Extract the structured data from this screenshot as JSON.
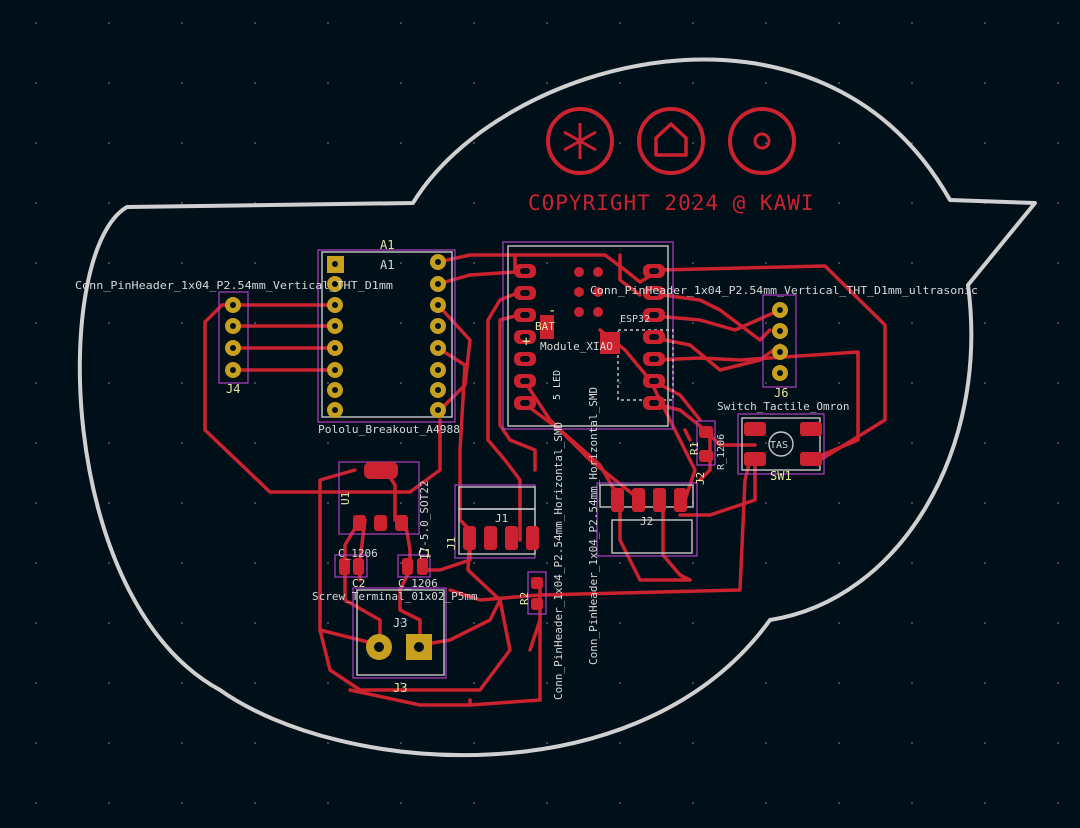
{
  "colors": {
    "background": "#011018",
    "edge_cuts": "#d0d0d0",
    "copper": "#cc2230",
    "silkscreen": "#e8e8a0",
    "fab": "#d8d8d8",
    "courtyard": "#b040c0",
    "pad_gold": "#c8a020"
  },
  "logo": {
    "icons": [
      "asterisk-icon",
      "home-icon",
      "circle-dot-icon"
    ],
    "copyright": "COPYRIGHT 2024 @ KAWI"
  },
  "components": {
    "a1_ref": "A1",
    "a1_ref_inner": "A1",
    "a1_value": "Pololu_Breakout_A4988",
    "j4_value": "Conn_PinHeader_1x04_P2.54mm_Vertical_THT_D1mm",
    "j4_ref": "J4",
    "j6_value": "Conn_PinHeader_1x04_P2.54mm_Vertical_THT_D1mm_ultrasonic",
    "j6_ref": "J6",
    "u2_value": "Module_XIAO",
    "u2_bat": "BAT",
    "u2_plus": "+",
    "u2_minus": "-",
    "u2_led": "5 LED",
    "u2_chip": "ESP32",
    "u1_ref": "U1",
    "u1_value": "17-5.0_SOT22",
    "c2_value": "C_1206",
    "c2_ref": "C2",
    "c1_value": "C_1206",
    "c1_ref": "C1",
    "j3_value": "Screw_Terminal_01x02_P5mm",
    "j3_ref": "J3",
    "j3_ref_bottom": "J3",
    "j1_ref": "J1",
    "j1_ref_side": "J1",
    "j1_value": "Conn_PinHeader_1x04_P2.54mm_Horizontal_SMD",
    "j2_ref": "J2",
    "j2_ref_side": "J2",
    "j2_value": "Conn_PinHeader_1x04_P2.54mm_Horizontal_SMD",
    "r1_ref": "R1",
    "r1_value": "R_1206",
    "r2_ref": "R2",
    "sw1_value": "Switch_Tactile_Omron",
    "sw1_ref": "SW1",
    "sw1_center": "TAS"
  }
}
